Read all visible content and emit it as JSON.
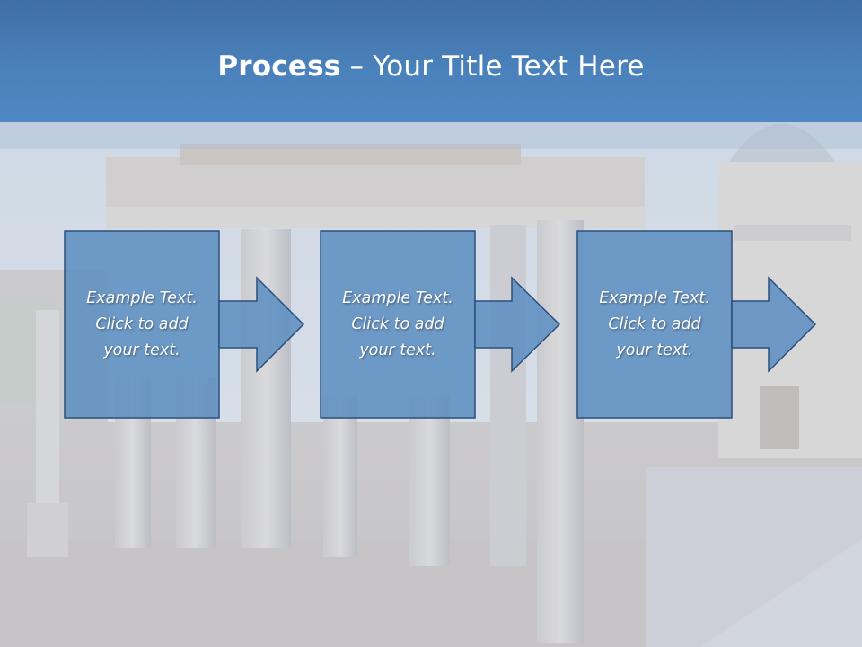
{
  "slide": {
    "title_bold": "Process",
    "title_dash": " – ",
    "title_rest": "Your Title Text Here"
  },
  "steps": [
    {
      "text": "Example Text.\nClick  to add\nyour text."
    },
    {
      "text": "Example Text.\nClick  to add\nyour text."
    },
    {
      "text": "Example Text.\nClick  to add\nyour text."
    }
  ],
  "colors": {
    "header": "#4a81bb",
    "step_fill": "#5f8fc2",
    "step_border": "#2c4f7a",
    "text": "#ffffff"
  }
}
